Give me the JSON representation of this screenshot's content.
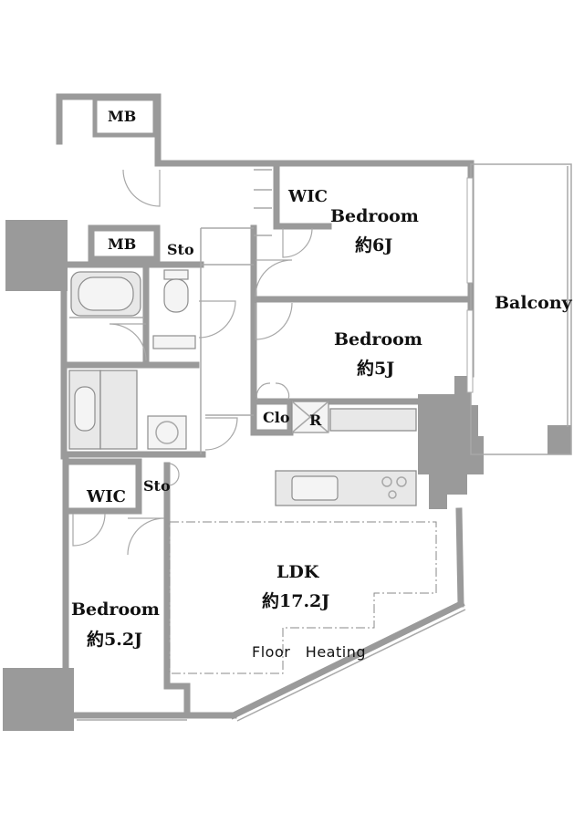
{
  "rooms": {
    "mb_top": {
      "name": "MB"
    },
    "mb_mid": {
      "name": "MB"
    },
    "sto_top": {
      "name": "Sto"
    },
    "sto_low": {
      "name": "Sto"
    },
    "wic_top": {
      "name": "WIC"
    },
    "wic_low": {
      "name": "WIC"
    },
    "bedroom_ne": {
      "name": "Bedroom",
      "size": "約6J"
    },
    "bedroom_e": {
      "name": "Bedroom",
      "size": "約5J"
    },
    "bedroom_sw": {
      "name": "Bedroom",
      "size": "約5.2J"
    },
    "balcony": {
      "name": "Balcony"
    },
    "clo": {
      "name": "Clo"
    },
    "refrigerator": {
      "name": "R"
    },
    "ldk": {
      "name": "LDK",
      "size": "約17.2J",
      "note": "Floor　Heating"
    }
  }
}
